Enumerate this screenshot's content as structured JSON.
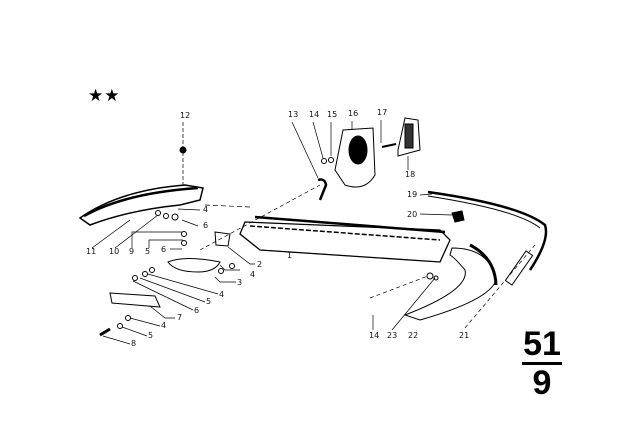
{
  "diagram": {
    "stars": "★★",
    "group_number": "51",
    "sub_number": "9",
    "part_labels": [
      "12",
      "13",
      "14",
      "15",
      "16",
      "17",
      "18",
      "19",
      "20",
      "11",
      "10",
      "9",
      "5",
      "6",
      "4",
      "6",
      "2",
      "1",
      "3",
      "4",
      "4",
      "5",
      "6",
      "7",
      "4",
      "5",
      "8",
      "14",
      "23",
      "22",
      "21"
    ]
  }
}
